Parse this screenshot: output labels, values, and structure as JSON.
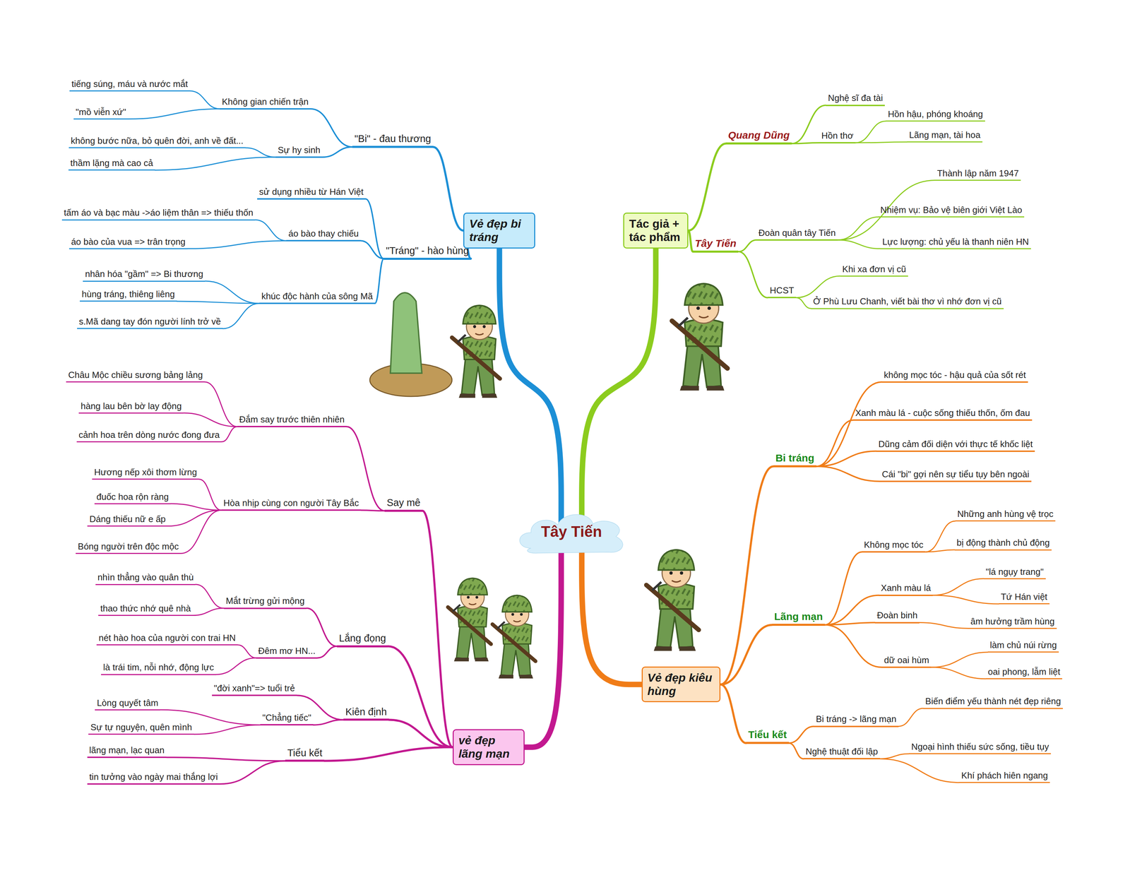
{
  "diagram": {
    "nodes": [
      {
        "text": [
          "Tây Tiến"
        ]
      },
      {
        "text": [
          "Vẻ đẹp bi tráng"
        ]
      },
      {
        "text": [
          "\"Bi\" - đau thương"
        ]
      },
      {
        "text": [
          "Không gian chiến trận"
        ]
      },
      {
        "text": [
          "tiếng súng, máu và nước mắt"
        ]
      },
      {
        "text": [
          "\"mồ viễn xứ\""
        ]
      },
      {
        "text": [
          "Sự hy sinh"
        ]
      },
      {
        "text": [
          "không bước nữa, bỏ quên đời, anh về đất..."
        ]
      },
      {
        "text": [
          "thầm lặng mà cao cả"
        ]
      },
      {
        "text": [
          "\"Tráng\" - hào hùng"
        ]
      },
      {
        "text": [
          "sử dụng nhiều từ Hán Việt"
        ]
      },
      {
        "text": [
          "áo bào thay chiếu"
        ]
      },
      {
        "text": [
          "tấm áo và bạc màu ->áo liệm thân => thiếu thốn"
        ]
      },
      {
        "text": [
          "áo bào của vua => trân trọng"
        ]
      },
      {
        "text": [
          "khúc độc hành của sông Mã"
        ]
      },
      {
        "text": [
          "nhân hóa \"gầm\" => Bi thương"
        ]
      },
      {
        "text": [
          "hùng tráng, thiêng liêng"
        ]
      },
      {
        "text": [
          "s.Mã dang tay đón người lính trở về"
        ]
      },
      {
        "text": [
          "Tác giả + tác phẩm"
        ]
      },
      {
        "text": [
          "Quang Dũng"
        ]
      },
      {
        "text": [
          "Nghệ sĩ đa tài"
        ]
      },
      {
        "text": [
          "Hồn thơ"
        ]
      },
      {
        "text": [
          "Hồn hậu, phóng khoáng"
        ]
      },
      {
        "text": [
          "Lãng mạn, tài hoa"
        ]
      },
      {
        "text": [
          "Tây Tiến"
        ]
      },
      {
        "text": [
          "Đoàn quân tây Tiến"
        ]
      },
      {
        "text": [
          "Thành lập năm 1947"
        ]
      },
      {
        "text": [
          "Nhiệm vụ: Bảo vệ biên giới Việt Lào"
        ]
      },
      {
        "text": [
          "Lực lượng: chủ yếu là thanh niên HN"
        ]
      },
      {
        "text": [
          "HCST"
        ]
      },
      {
        "text": [
          "Khi xa đơn vị cũ"
        ]
      },
      {
        "text": [
          "Ở Phù Lưu Chanh, viết bài thơ vì nhớ đơn vị cũ"
        ]
      },
      {
        "text": [
          "Vẻ đẹp kiêu hùng"
        ]
      },
      {
        "text": [
          "Bi tráng"
        ]
      },
      {
        "text": [
          "không mọc tóc - hậu quả của sốt rét"
        ]
      },
      {
        "text": [
          "Xanh màu lá - cuộc sống thiếu thốn, ốm đau"
        ]
      },
      {
        "text": [
          "Dũng cảm đối diện với thực tế khốc liệt"
        ]
      },
      {
        "text": [
          "Cái \"bi\" gợi nên sự tiểu tụy bên ngoài"
        ]
      },
      {
        "text": [
          "Lãng mạn"
        ]
      },
      {
        "text": [
          "Không mọc tóc"
        ]
      },
      {
        "text": [
          "Những anh hùng vệ trọc"
        ]
      },
      {
        "text": [
          "bị động thành chủ động"
        ]
      },
      {
        "text": [
          "Xanh màu lá"
        ]
      },
      {
        "text": [
          "\"lá ngụy trang\""
        ]
      },
      {
        "text": [
          "Tứ Hán việt"
        ]
      },
      {
        "text": [
          "Đoàn binh"
        ]
      },
      {
        "text": [
          "âm hưởng trầm hùng"
        ]
      },
      {
        "text": [
          "dữ oai hùm"
        ]
      },
      {
        "text": [
          "làm chủ núi rừng"
        ]
      },
      {
        "text": [
          "oai phong, lẫm liệt"
        ]
      },
      {
        "text": [
          "Tiểu kết"
        ]
      },
      {
        "text": [
          "Bi tráng -> lãng mạn"
        ]
      },
      {
        "text": [
          "Biến điểm yếu thành nét đẹp riêng"
        ]
      },
      {
        "text": [
          "Nghệ thuật đối lập"
        ]
      },
      {
        "text": [
          "Ngoại hình thiếu sức sống, tiều tụy"
        ]
      },
      {
        "text": [
          "Khí phách hiên ngang"
        ]
      },
      {
        "text": [
          "vẻ đẹp lãng mạn"
        ]
      },
      {
        "text": [
          "Say mê"
        ]
      },
      {
        "text": [
          "Đắm say trước thiên nhiên"
        ]
      },
      {
        "text": [
          "Châu Mộc chiều sương bảng lảng"
        ]
      },
      {
        "text": [
          "hàng lau bên bờ lay động"
        ]
      },
      {
        "text": [
          "cảnh hoa trên dòng nước đong đưa"
        ]
      },
      {
        "text": [
          "Hòa nhịp cùng con người Tây Bắc"
        ]
      },
      {
        "text": [
          "Hương nếp xôi thơm lừng"
        ]
      },
      {
        "text": [
          "đuốc hoa rộn ràng"
        ]
      },
      {
        "text": [
          "Dáng thiếu nữ e ấp"
        ]
      },
      {
        "text": [
          "Bóng người trên độc mộc"
        ]
      },
      {
        "text": [
          "Lắng đọng"
        ]
      },
      {
        "text": [
          "Mắt trừng gửi mộng"
        ]
      },
      {
        "text": [
          "nhìn thẳng vào quân thù"
        ]
      },
      {
        "text": [
          "thao thức nhớ quê nhà"
        ]
      },
      {
        "text": [
          "Đêm mơ HN..."
        ]
      },
      {
        "text": [
          "nét hào hoa của người con trai HN"
        ]
      },
      {
        "text": [
          "là trái tim, nỗi nhớ, động lực"
        ]
      },
      {
        "text": [
          "Kiên định"
        ]
      },
      {
        "text": [
          "\"đời xanh\"=> tuổi trẻ"
        ]
      },
      {
        "text": [
          "\"Chẳng tiếc\""
        ]
      },
      {
        "text": [
          "Lòng quyết tâm"
        ]
      },
      {
        "text": [
          "Sự tự nguyện, quên mình"
        ]
      },
      {
        "text": [
          "Tiểu kết"
        ]
      },
      {
        "text": [
          "lãng mạn, lạc quan"
        ]
      },
      {
        "text": [
          "tin tưởng vào ngày mai thắng lợi"
        ]
      }
    ],
    "edges": [
      {
        "from": 0,
        "to": 1,
        "arrow": "none"
      },
      {
        "from": 1,
        "to": 2,
        "arrow": "none"
      },
      {
        "from": 2,
        "to": 3,
        "arrow": "none"
      },
      {
        "from": 3,
        "to": 4,
        "arrow": "none"
      },
      {
        "from": 3,
        "to": 5,
        "arrow": "none"
      },
      {
        "from": 2,
        "to": 6,
        "arrow": "none"
      },
      {
        "from": 6,
        "to": 7,
        "arrow": "none"
      },
      {
        "from": 6,
        "to": 8,
        "arrow": "none"
      },
      {
        "from": 1,
        "to": 9,
        "arrow": "none"
      },
      {
        "from": 9,
        "to": 10,
        "arrow": "none"
      },
      {
        "from": 9,
        "to": 11,
        "arrow": "none"
      },
      {
        "from": 11,
        "to": 12,
        "arrow": "none"
      },
      {
        "from": 11,
        "to": 13,
        "arrow": "none"
      },
      {
        "from": 9,
        "to": 14,
        "arrow": "none"
      },
      {
        "from": 14,
        "to": 15,
        "arrow": "none"
      },
      {
        "from": 14,
        "to": 16,
        "arrow": "none"
      },
      {
        "from": 14,
        "to": 17,
        "arrow": "none"
      },
      {
        "from": 0,
        "to": 18,
        "arrow": "none"
      },
      {
        "from": 18,
        "to": 19,
        "arrow": "none"
      },
      {
        "from": 19,
        "to": 20,
        "arrow": "none"
      },
      {
        "from": 19,
        "to": 21,
        "arrow": "none"
      },
      {
        "from": 21,
        "to": 22,
        "arrow": "none"
      },
      {
        "from": 21,
        "to": 23,
        "arrow": "none"
      },
      {
        "from": 18,
        "to": 24,
        "arrow": "none"
      },
      {
        "from": 24,
        "to": 25,
        "arrow": "none"
      },
      {
        "from": 25,
        "to": 26,
        "arrow": "none"
      },
      {
        "from": 25,
        "to": 27,
        "arrow": "none"
      },
      {
        "from": 25,
        "to": 28,
        "arrow": "none"
      },
      {
        "from": 24,
        "to": 29,
        "arrow": "none"
      },
      {
        "from": 29,
        "to": 30,
        "arrow": "none"
      },
      {
        "from": 29,
        "to": 31,
        "arrow": "none"
      },
      {
        "from": 0,
        "to": 32,
        "arrow": "none"
      },
      {
        "from": 32,
        "to": 33,
        "arrow": "none"
      },
      {
        "from": 33,
        "to": 34,
        "arrow": "none"
      },
      {
        "from": 33,
        "to": 35,
        "arrow": "none"
      },
      {
        "from": 33,
        "to": 36,
        "arrow": "none"
      },
      {
        "from": 33,
        "to": 37,
        "arrow": "none"
      },
      {
        "from": 32,
        "to": 38,
        "arrow": "none"
      },
      {
        "from": 38,
        "to": 39,
        "arrow": "none"
      },
      {
        "from": 39,
        "to": 40,
        "arrow": "none"
      },
      {
        "from": 39,
        "to": 41,
        "arrow": "none"
      },
      {
        "from": 38,
        "to": 42,
        "arrow": "none"
      },
      {
        "from": 42,
        "to": 43,
        "arrow": "none"
      },
      {
        "from": 42,
        "to": 44,
        "arrow": "none"
      },
      {
        "from": 38,
        "to": 45,
        "arrow": "none"
      },
      {
        "from": 45,
        "to": 46,
        "arrow": "none"
      },
      {
        "from": 38,
        "to": 47,
        "arrow": "none"
      },
      {
        "from": 47,
        "to": 48,
        "arrow": "none"
      },
      {
        "from": 47,
        "to": 49,
        "arrow": "none"
      },
      {
        "from": 32,
        "to": 50,
        "arrow": "none"
      },
      {
        "from": 50,
        "to": 51,
        "arrow": "none"
      },
      {
        "from": 51,
        "to": 52,
        "arrow": "none"
      },
      {
        "from": 50,
        "to": 53,
        "arrow": "none"
      },
      {
        "from": 53,
        "to": 54,
        "arrow": "none"
      },
      {
        "from": 53,
        "to": 55,
        "arrow": "none"
      },
      {
        "from": 0,
        "to": 56,
        "arrow": "none"
      },
      {
        "from": 56,
        "to": 57,
        "arrow": "none"
      },
      {
        "from": 57,
        "to": 58,
        "arrow": "none"
      },
      {
        "from": 58,
        "to": 59,
        "arrow": "none"
      },
      {
        "from": 58,
        "to": 60,
        "arrow": "none"
      },
      {
        "from": 58,
        "to": 61,
        "arrow": "none"
      },
      {
        "from": 57,
        "to": 62,
        "arrow": "none"
      },
      {
        "from": 62,
        "to": 63,
        "arrow": "none"
      },
      {
        "from": 62,
        "to": 64,
        "arrow": "none"
      },
      {
        "from": 62,
        "to": 65,
        "arrow": "none"
      },
      {
        "from": 62,
        "to": 66,
        "arrow": "none"
      },
      {
        "from": 56,
        "to": 67,
        "arrow": "none"
      },
      {
        "from": 67,
        "to": 68,
        "arrow": "none"
      },
      {
        "from": 68,
        "to": 69,
        "arrow": "none"
      },
      {
        "from": 68,
        "to": 70,
        "arrow": "none"
      },
      {
        "from": 67,
        "to": 71,
        "arrow": "none"
      },
      {
        "from": 71,
        "to": 72,
        "arrow": "none"
      },
      {
        "from": 71,
        "to": 73,
        "arrow": "none"
      },
      {
        "from": 56,
        "to": 74,
        "arrow": "none"
      },
      {
        "from": 74,
        "to": 75,
        "arrow": "none"
      },
      {
        "from": 74,
        "to": 76,
        "arrow": "none"
      },
      {
        "from": 76,
        "to": 77,
        "arrow": "none"
      },
      {
        "from": 76,
        "to": 78,
        "arrow": "none"
      },
      {
        "from": 56,
        "to": 79,
        "arrow": "none"
      },
      {
        "from": 79,
        "to": 80,
        "arrow": "none"
      },
      {
        "from": 79,
        "to": 81,
        "arrow": "none"
      }
    ]
  }
}
